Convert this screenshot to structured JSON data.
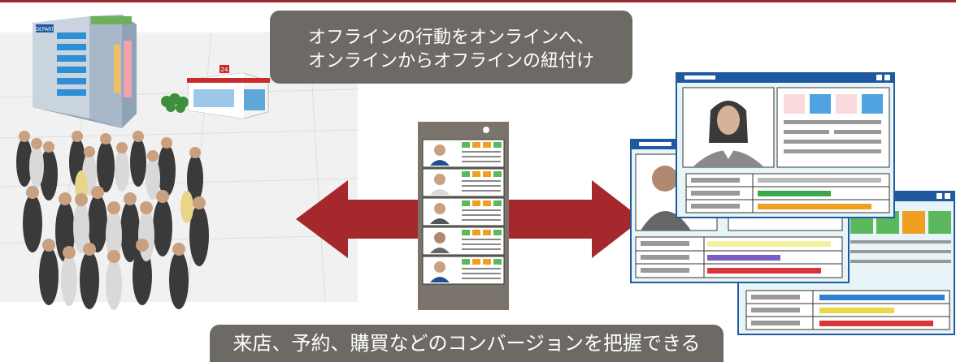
{
  "header": {
    "caption_line1": "オフラインの行動をオンラインへ、",
    "caption_line2": "オンラインからオフラインの紐付け"
  },
  "footer": {
    "caption": "来店、予約、購買などのコンバージョンを把握できる"
  },
  "scene": {
    "department_store_sign": "DEPART",
    "convenience_store_sign": "24"
  },
  "colors": {
    "accent_line": "#9b2b2f",
    "arrow": "#a5282d",
    "caption_bg": "#6d6a65",
    "window_blue": "#1f5aa0",
    "window_bg": "#e7f4f8"
  }
}
